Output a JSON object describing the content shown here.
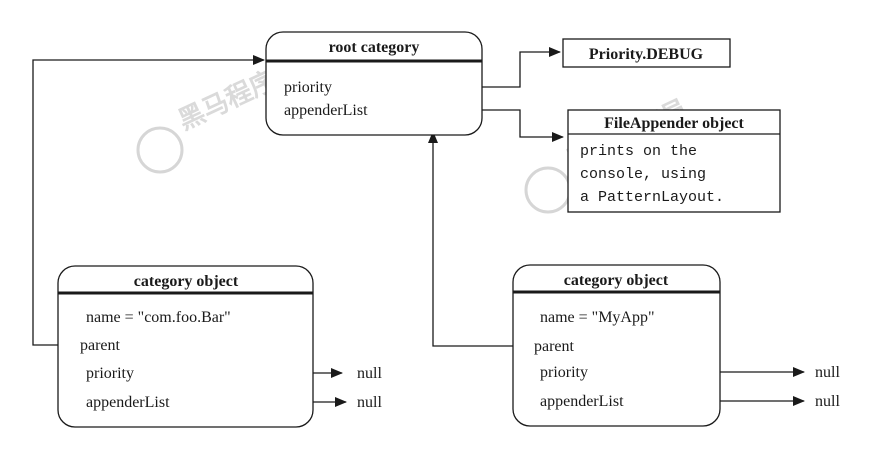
{
  "root_category": {
    "title": "root category",
    "fields": [
      "priority",
      "appenderList"
    ]
  },
  "priority_debug": {
    "label": "Priority.DEBUG"
  },
  "file_appender": {
    "title": "FileAppender object",
    "body_lines": [
      "prints on the",
      "console, using",
      "a PatternLayout."
    ]
  },
  "category_left": {
    "title": "category object",
    "name_line": "name = \"com.foo.Bar\"",
    "fields": [
      "parent",
      "priority",
      "appenderList"
    ]
  },
  "category_right": {
    "title": "category object",
    "name_line": "name = \"MyApp\"",
    "fields": [
      "parent",
      "priority",
      "appenderList"
    ]
  },
  "null_label": "null",
  "colors": {
    "line": "#1a1a1a",
    "watermark": "#d6d6d6"
  }
}
